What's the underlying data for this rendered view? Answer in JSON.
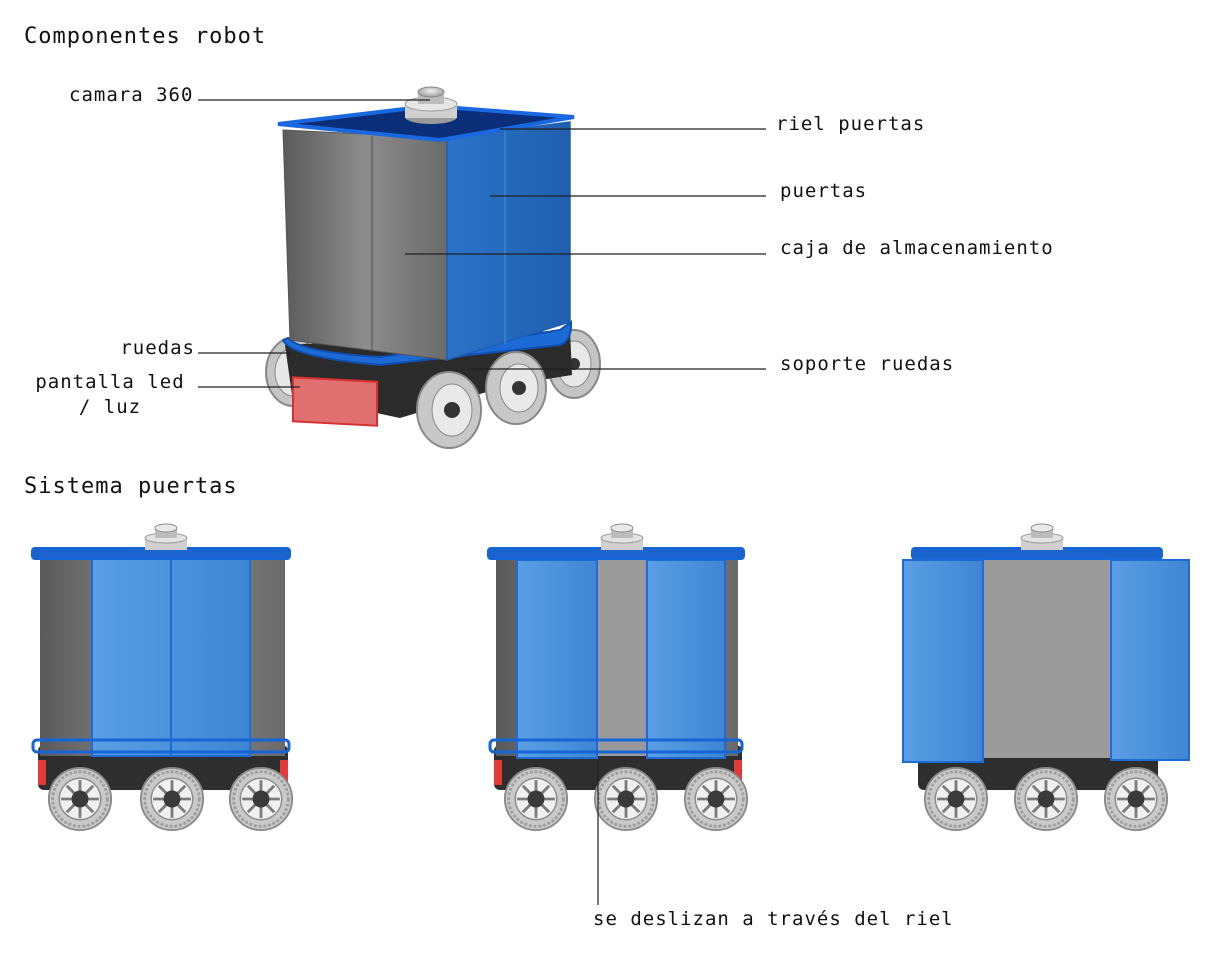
{
  "headings": {
    "components": "Componentes robot",
    "doors": "Sistema puertas"
  },
  "labels": {
    "camera": "camara 360",
    "rail": "riel puertas",
    "doors": "puertas",
    "storage_box": "caja de almacenamiento",
    "wheels": "ruedas",
    "led_line1": "pantalla led",
    "led_line2": "/ luz",
    "wheel_support": "soporte ruedas",
    "slide_note": "se deslizan a través del riel"
  },
  "colors": {
    "door_blue": "#2f7fd6",
    "door_blue_light": "#4d95df",
    "edge_blue": "#1565d8",
    "body_gray": "#7e7e7e",
    "body_dark": "#2d2d2d",
    "led_red": "#e23a3a",
    "wheel_gray": "#b8b8b8",
    "leader_line": "#222222"
  },
  "icons": [
    "robot-3d-view",
    "robot-doors-closed",
    "robot-doors-sliding",
    "robot-doors-open",
    "camera-360-icon",
    "wheel-icon",
    "led-panel-icon"
  ]
}
